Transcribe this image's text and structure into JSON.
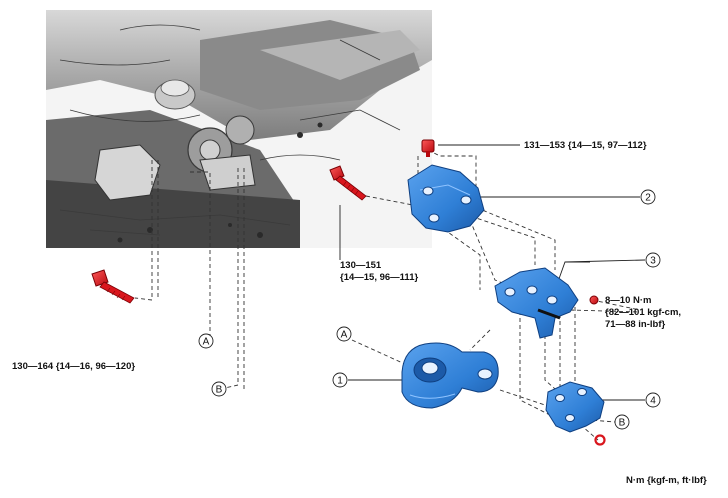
{
  "torque_specs": {
    "top_bolt": "131—153 {14—15, 97—112}",
    "long_bolt_line1": "130—151",
    "long_bolt_line2": "{14—15, 96—111}",
    "engine_bolt": "130—164 {14—16, 96—120}",
    "nut_line1": "8—10 N·m",
    "nut_line2": "{82—101 kgf-cm,",
    "nut_line3": "71—88 in-lbf}"
  },
  "callouts": {
    "part1": "1",
    "part2": "2",
    "part3": "3",
    "part4": "4",
    "point_a_left": "A",
    "point_b_left": "B",
    "point_a_right": "A",
    "point_b_right": "B"
  },
  "units_note": "N·m {kgf-m, ft·lbf}",
  "colors": {
    "part_blue": "#2f7fd6",
    "part_blue_dark": "#1c5aa8",
    "bolt_red": "#d9161d",
    "engine_gray": "#9a9a9a"
  }
}
